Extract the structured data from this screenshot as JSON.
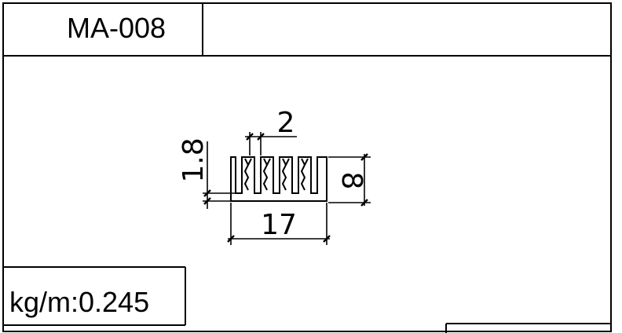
{
  "title_block": {
    "profile_code": "MA-008",
    "weight_label": "kg/m:0.245"
  },
  "dimensions": {
    "width": "17",
    "height": "8",
    "base_thickness": "1.8",
    "fin_thickness": "2"
  }
}
